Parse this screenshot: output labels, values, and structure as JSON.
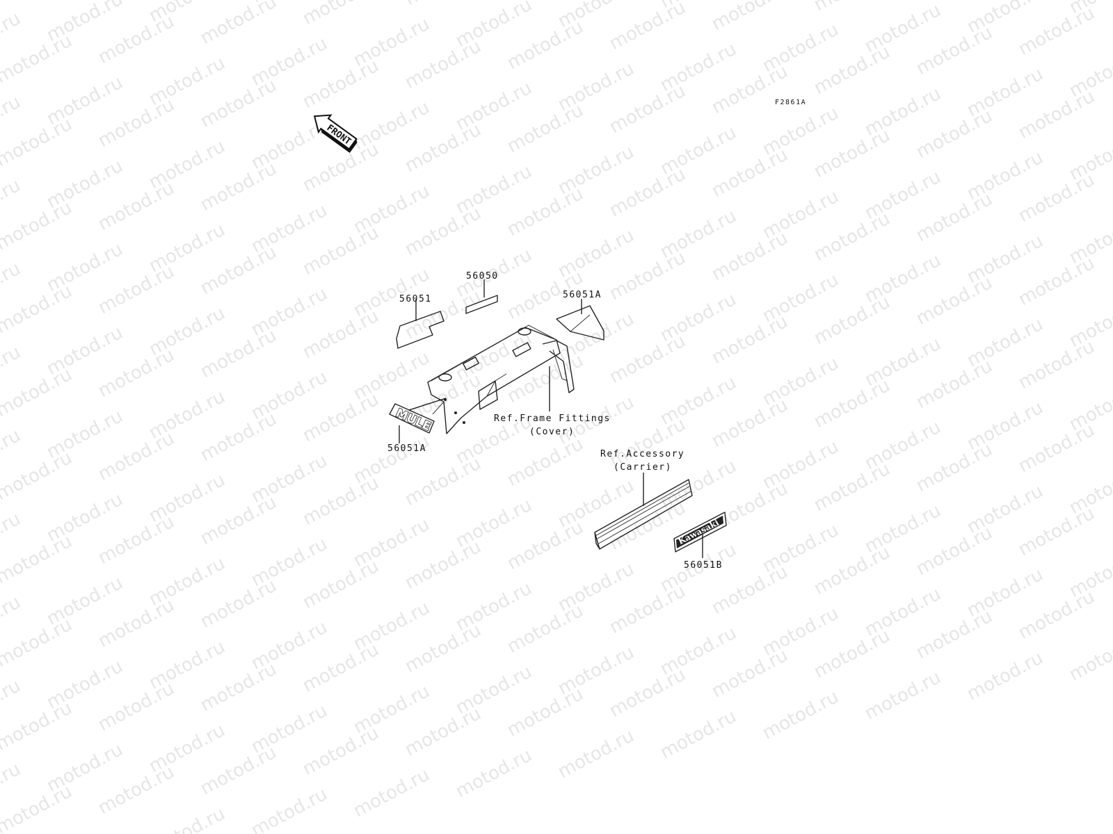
{
  "watermark": {
    "text": "motod.ru"
  },
  "figure_code": "F2861A",
  "front_arrow": {
    "label": "FRONT"
  },
  "parts": {
    "p56050": "56050",
    "p56051": "56051",
    "p56051a_top": "56051A",
    "p56051a_bottom": "56051A",
    "p56051b": "56051B"
  },
  "decals": {
    "mule": "MULE",
    "kawasaki": "Kawasaki"
  },
  "refs": {
    "frame_line1": "Ref.Frame Fittings",
    "frame_line2": "(Cover)",
    "accessory_line1": "Ref.Accessory",
    "accessory_line2": "(Carrier)"
  }
}
